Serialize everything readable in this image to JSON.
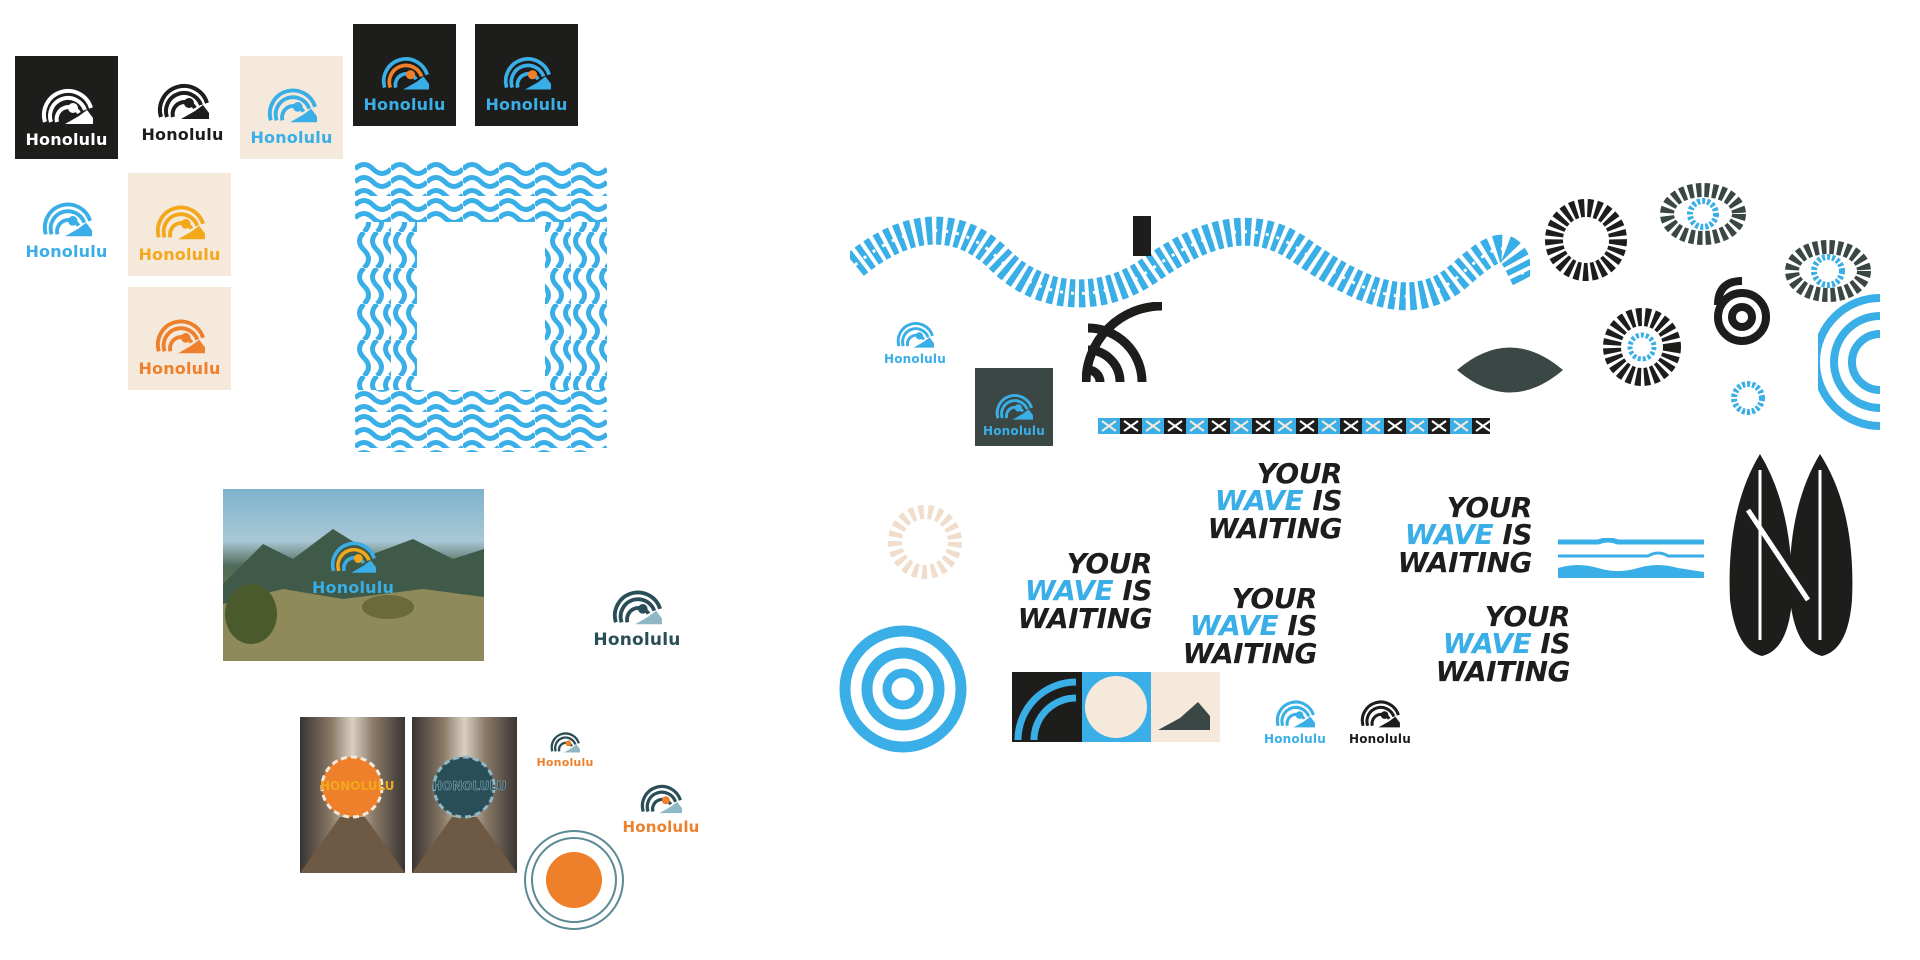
{
  "brand": {
    "wordmark": "Honolulu",
    "slogan": {
      "line1": "YOUR",
      "line2_accent": "WAVE",
      "line2_rest": "IS",
      "line3": "WAITING"
    },
    "colors": {
      "blue": "#3aaee6",
      "black": "#1d1d1b",
      "cream": "#f5e9dc",
      "yellow": "#f3a81c",
      "orange": "#ee7f2b",
      "teal": "#2a4e57",
      "slate": "#3b4745",
      "white": "#ffffff"
    }
  },
  "logos": [
    {
      "id": "dark-square",
      "wordmark": "Honolulu"
    },
    {
      "id": "black-on-white",
      "wordmark": "Honolulu"
    },
    {
      "id": "blue-on-cream",
      "wordmark": "Honolulu"
    },
    {
      "id": "blue-on-dark-1",
      "wordmark": "Honolulu"
    },
    {
      "id": "blue-on-dark-2",
      "wordmark": "Honolulu"
    },
    {
      "id": "blue-on-white",
      "wordmark": "Honolulu"
    },
    {
      "id": "yellow-on-cream",
      "wordmark": "Honolulu"
    },
    {
      "id": "orange-on-cream",
      "wordmark": "Honolulu"
    },
    {
      "id": "photo-overlay",
      "wordmark": "Honolulu"
    },
    {
      "id": "teal-on-white",
      "wordmark": "Honolulu"
    },
    {
      "id": "orange-small",
      "wordmark": "Honolulu"
    },
    {
      "id": "orange-medium",
      "wordmark": "Honolulu"
    },
    {
      "id": "blue-small-right",
      "wordmark": "Honolulu"
    },
    {
      "id": "dark-square-right",
      "wordmark": "Honolulu"
    },
    {
      "id": "blue-bottom",
      "wordmark": "Honolulu"
    },
    {
      "id": "black-bottom",
      "wordmark": "Honolulu"
    }
  ],
  "badges": {
    "text": "HONOLULU"
  },
  "icons": [
    "wave-logo-icon",
    "wave-frame-pattern",
    "wave-ribbon",
    "swirl-ring-icon",
    "surfboard-icon",
    "target-rings-icon",
    "leaf-icon"
  ]
}
